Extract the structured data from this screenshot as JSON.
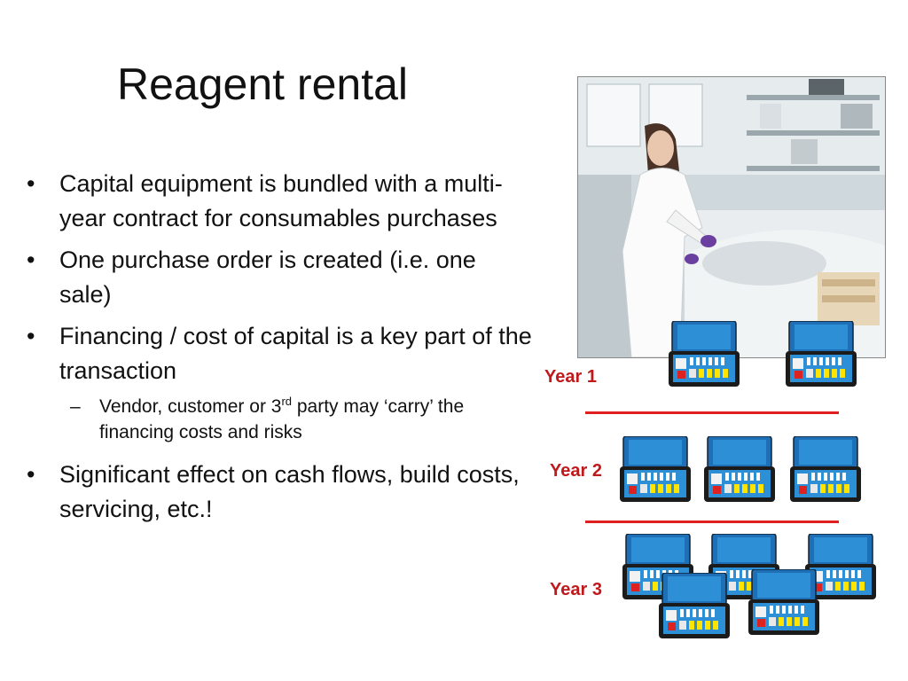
{
  "slide": {
    "title": "Reagent rental",
    "bullets": [
      {
        "text": "Capital equipment is bundled with a multi-year contract for consumables purchases"
      },
      {
        "text": "One purchase order is created (i.e. one sale)"
      },
      {
        "text": "Financing / cost of capital is a key part of the transaction",
        "sub": {
          "before": "Vendor, customer or 3",
          "sup": "rd",
          "after": " party may ‘carry’ the financing costs and risks"
        }
      },
      {
        "text": "Significant effect on cash flows, build costs, servicing, etc.!"
      }
    ],
    "years": [
      "Year 1",
      "Year 2",
      "Year 3"
    ]
  },
  "icons": {
    "bullet": "bullet-dot-icon",
    "dash": "dash-icon",
    "kit": "reagent-kit-case-icon",
    "photo": "lab-technician-photo"
  },
  "colors": {
    "year_label": "#c0181b",
    "separator": "#e02020",
    "kit_case": "#2d8fd6",
    "kit_lid": "#1e6fb5"
  }
}
